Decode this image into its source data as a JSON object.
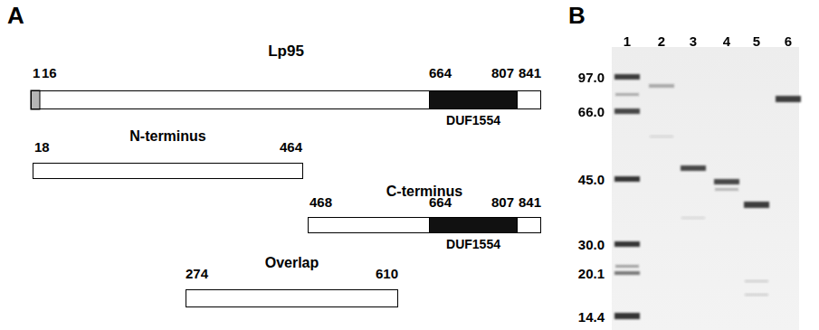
{
  "diagram": {
    "nodes": [
      {
        "text": [
          "Lp95"
        ]
      },
      {
        "text": [
          "DUF1554"
        ],
        "in": 0
      },
      {
        "text": [
          "N-terminus"
        ]
      },
      {
        "text": [
          "C-terminus"
        ]
      },
      {
        "text": [
          "DUF1554"
        ],
        "in": 3
      },
      {
        "text": [
          "Overlap"
        ]
      }
    ],
    "labels": [
      "A",
      "1",
      "16",
      "664",
      "807",
      "841",
      "18",
      "464",
      "468",
      "664",
      "807",
      "841",
      "274",
      "610",
      "B",
      "1",
      "2",
      "3",
      "4",
      "5",
      "6",
      "97.0",
      "66.0",
      "45.0",
      "30.0",
      "20.1",
      "14.4"
    ]
  }
}
